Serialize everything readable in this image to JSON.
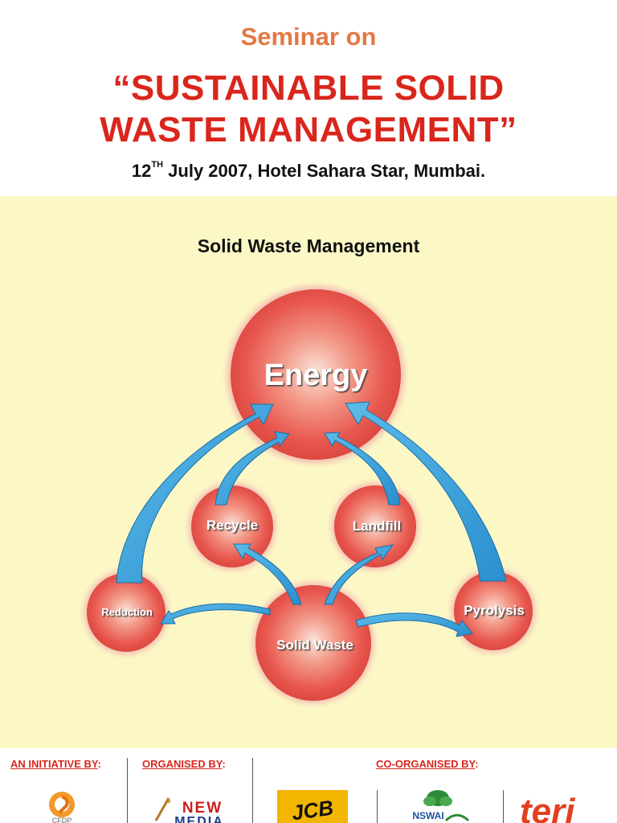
{
  "header": {
    "pre_title": "Seminar on",
    "title_line1": "“SUSTAINABLE SOLID",
    "title_line2": "WASTE MANAGEMENT”",
    "date_day": "12",
    "date_sup": "TH",
    "date_rest": " July 2007, Hotel Sahara Star, Mumbai."
  },
  "diagram": {
    "title": "Solid Waste Management",
    "nodes": {
      "energy": "Energy",
      "recycle": "Recycle",
      "landfill": "Landfill",
      "reduction": "Reduction",
      "solid_waste": "Solid Waste",
      "pyrolysis": "Pyrolysis"
    },
    "colors": {
      "bubble": "#e8584f",
      "arrow": "#3aa3dd",
      "panel": "#fcf8c6"
    }
  },
  "footer": {
    "initiative_label": "AN INITIATIVE BY",
    "organised_label": "ORGANISED BY",
    "coorganised_label": "CO-ORGANISED BY",
    "colon": ":",
    "logos": {
      "cfdp": "CFDP",
      "newmedia_1": "NEW",
      "newmedia_2": "MEDIA",
      "jcb": "JCB",
      "nswai": "NSWAI",
      "teri": "teri"
    }
  }
}
